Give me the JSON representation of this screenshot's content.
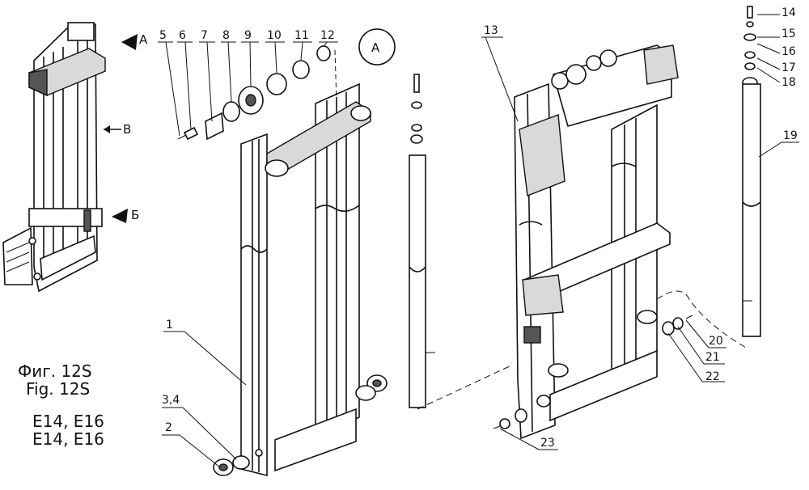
{
  "figure": {
    "caption_ru": "Фиг. 12S",
    "caption_en": "Fig. 12S",
    "models_1": "E14, E16",
    "models_2": "E14, E16"
  },
  "view_markers": {
    "a": "A",
    "b": "B",
    "v": "Б",
    "detail": "A"
  },
  "callouts": [
    "1",
    "2",
    "3,4",
    "5",
    "6",
    "7",
    "8",
    "9",
    "10",
    "11",
    "12",
    "13",
    "14",
    "15",
    "16",
    "17",
    "18",
    "19",
    "20",
    "21",
    "22",
    "23"
  ]
}
